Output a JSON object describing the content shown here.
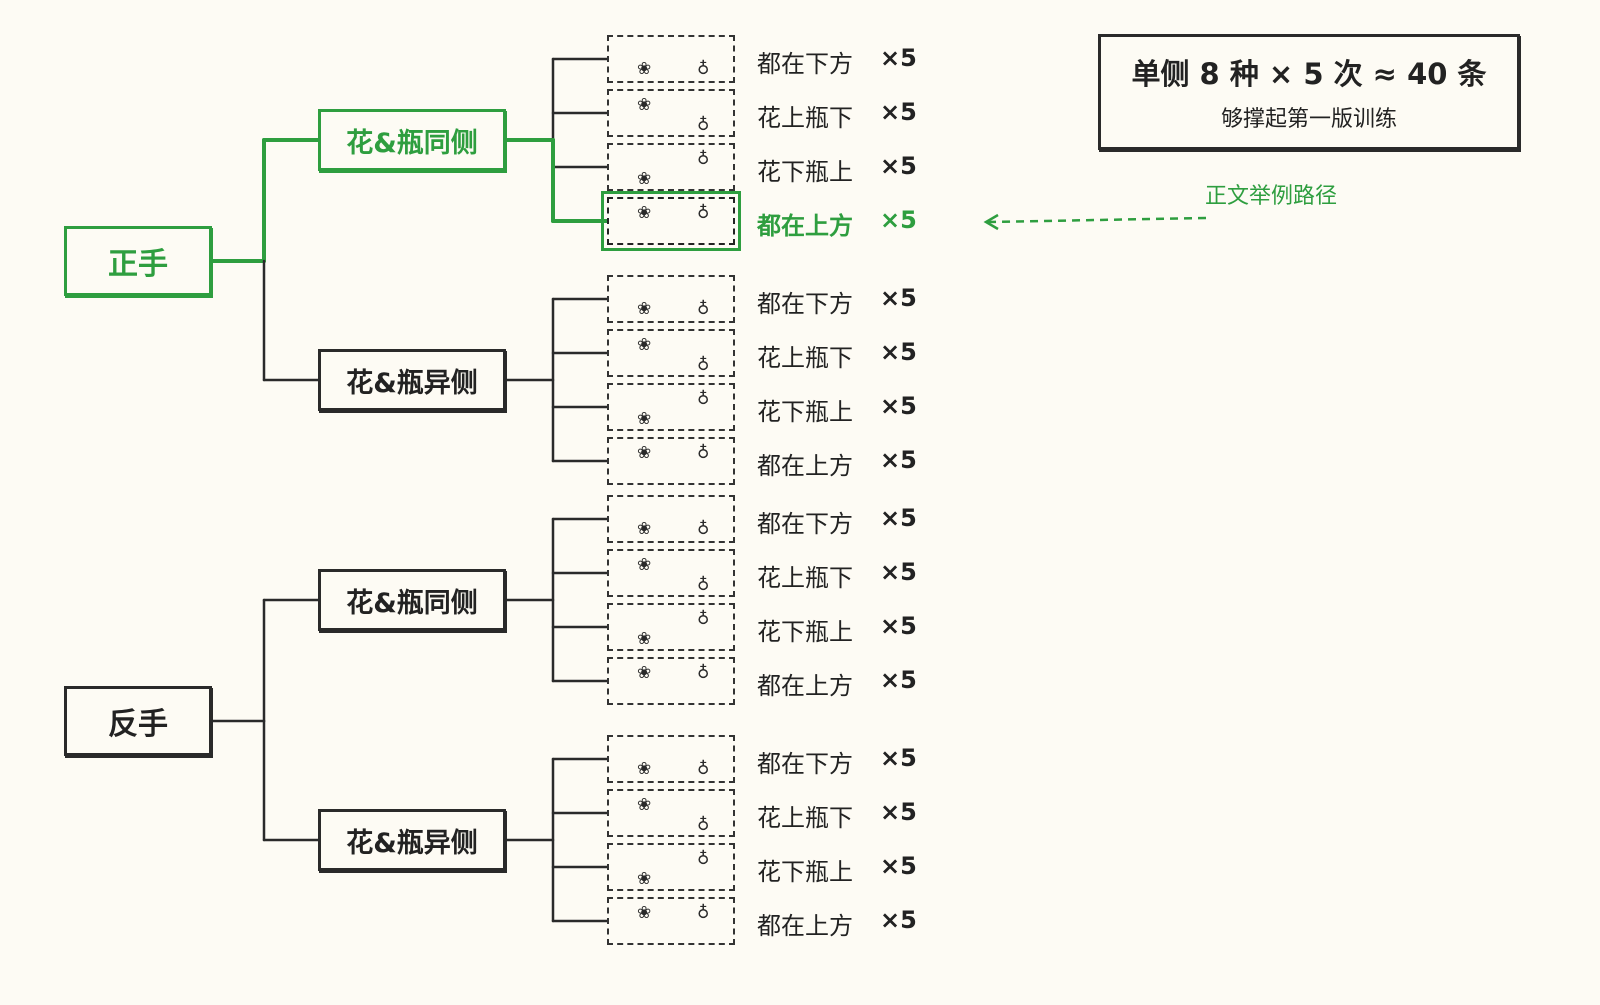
{
  "colors": {
    "ink": "#2a2a2a",
    "accent": "#2e9e3f",
    "background": "#fdfbf4"
  },
  "icons": {
    "flower": "flower-icon",
    "vase": "vase-icon"
  },
  "tree": [
    {
      "label": "正手",
      "highlighted": true,
      "groups": [
        {
          "label": "花&瓶同侧",
          "highlighted": true,
          "leaves": [
            {
              "label": "都在下方",
              "mult": "×5",
              "highlighted": false
            },
            {
              "label": "花上瓶下",
              "mult": "×5",
              "highlighted": false
            },
            {
              "label": "花下瓶上",
              "mult": "×5",
              "highlighted": false
            },
            {
              "label": "都在上方",
              "mult": "×5",
              "highlighted": true
            }
          ]
        },
        {
          "label": "花&瓶异侧",
          "highlighted": false,
          "leaves": [
            {
              "label": "都在下方",
              "mult": "×5",
              "highlighted": false
            },
            {
              "label": "花上瓶下",
              "mult": "×5",
              "highlighted": false
            },
            {
              "label": "花下瓶上",
              "mult": "×5",
              "highlighted": false
            },
            {
              "label": "都在上方",
              "mult": "×5",
              "highlighted": false
            }
          ]
        }
      ]
    },
    {
      "label": "反手",
      "highlighted": false,
      "groups": [
        {
          "label": "花&瓶同侧",
          "highlighted": false,
          "leaves": [
            {
              "label": "都在下方",
              "mult": "×5",
              "highlighted": false
            },
            {
              "label": "花上瓶下",
              "mult": "×5",
              "highlighted": false
            },
            {
              "label": "花下瓶上",
              "mult": "×5",
              "highlighted": false
            },
            {
              "label": "都在上方",
              "mult": "×5",
              "highlighted": false
            }
          ]
        },
        {
          "label": "花&瓶异侧",
          "highlighted": false,
          "leaves": [
            {
              "label": "都在下方",
              "mult": "×5",
              "highlighted": false
            },
            {
              "label": "花上瓶下",
              "mult": "×5",
              "highlighted": false
            },
            {
              "label": "花下瓶上",
              "mult": "×5",
              "highlighted": false
            },
            {
              "label": "都在上方",
              "mult": "×5",
              "highlighted": false
            }
          ]
        }
      ]
    }
  ],
  "summary": {
    "title": "单侧 8 种 × 5 次 ≈ 40 条",
    "subtitle": "够撑起第一版训练"
  },
  "note": "正文举例路径"
}
